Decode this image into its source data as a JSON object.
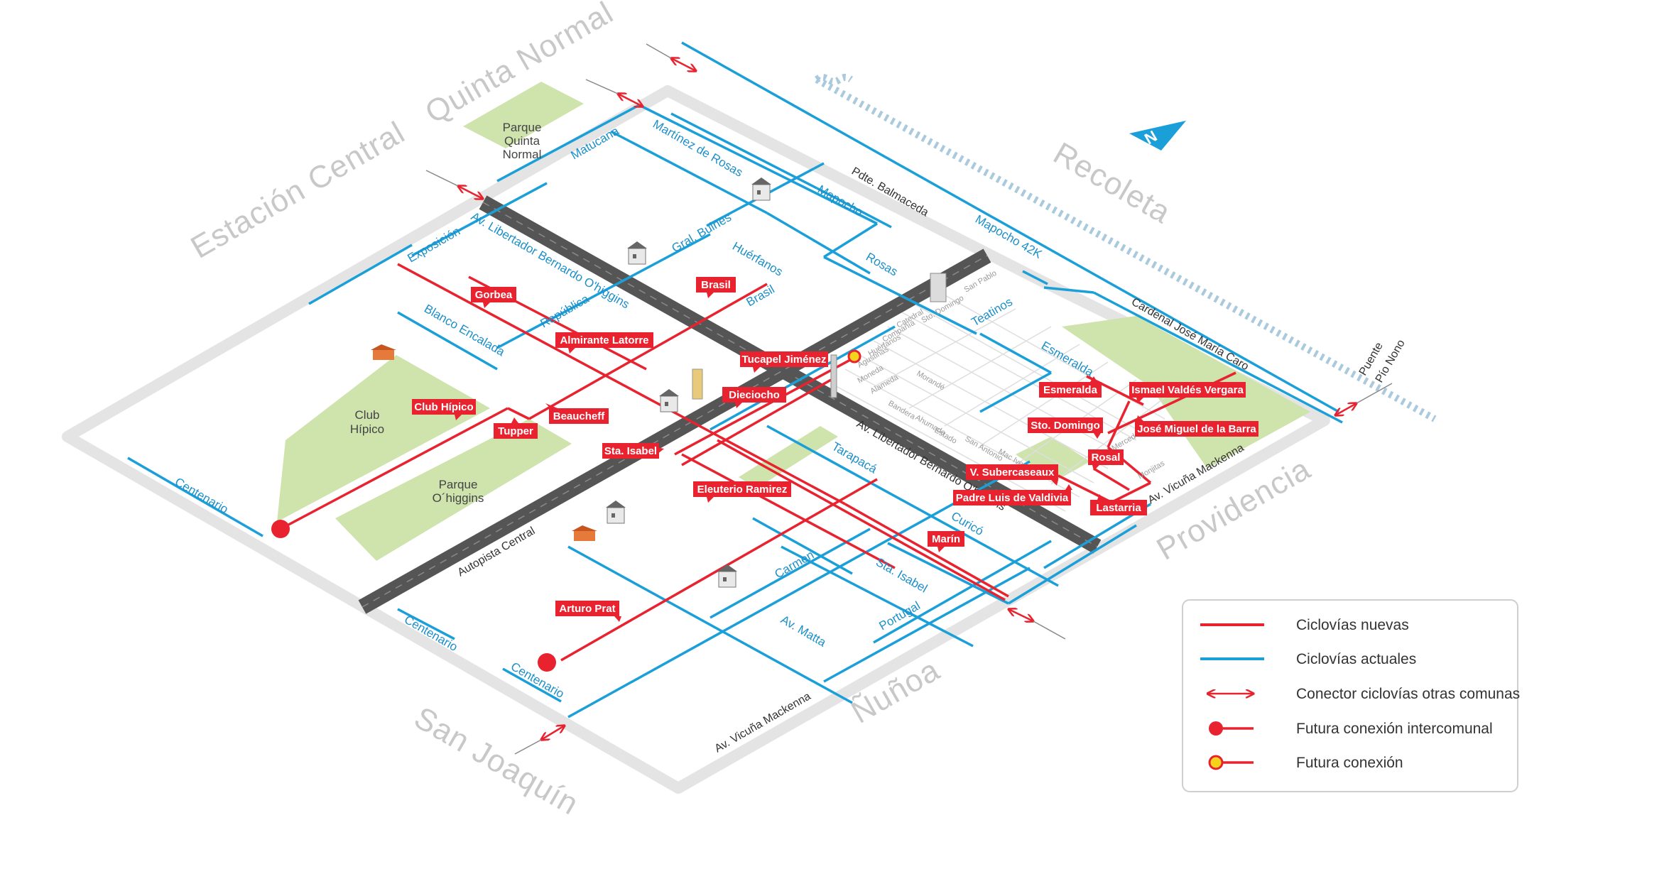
{
  "map": {
    "communes": {
      "quinta_normal": "Quinta Normal",
      "estacion_central": "Estación Central",
      "recoleta": "Recoleta",
      "providencia": "Providencia",
      "nunoa": "Ñuñoa",
      "san_joaquin": "San Joaquín"
    },
    "parks": {
      "parque_quinta_normal": [
        "Parque",
        "Quinta",
        "Normal"
      ],
      "club_hipico": [
        "Club",
        "Hípico"
      ],
      "parque_ohiggins": [
        "Parque",
        "O´higgins"
      ]
    },
    "streets_blue": {
      "matucana": "Matucana",
      "martinez_de_rosas": "Martínez de Rosas",
      "mapocho": "Mapocho",
      "mapocho_42k": "Mapocho 42K",
      "rosas": "Rosas",
      "huerfanos": "Huérfanos",
      "gral_bulnes": "Gral. Bulnes",
      "brasil": "Brasil",
      "republica": "República",
      "exposicion": "Exposición",
      "av_libertador": "Av. Libertador Bernardo O'higgins",
      "blanco_encalada": "Blanco Encalada",
      "teatinos": "Teatinos",
      "esmeralda": "Esmeralda",
      "tarapaca": "Tarapacá",
      "curico": "Curicó",
      "carmen": "Carmen",
      "sta_isabel": "Sta. Isabel",
      "av_matta": "Av. Matta",
      "portugal": "Portugal",
      "centenario_1": "Centenario",
      "centenario_2": "Centenario",
      "centenario_3": "Centenario"
    },
    "streets_dark": {
      "pdte_balmaceda": "Pdte. Balmaceda",
      "cardenal_caro": "Cardenal José María Caro",
      "av_vicuna_mackenna_1": "Av. Vicuña Mackenna",
      "av_vicuna_mackenna_2": "Av. Vicuña Mackenna",
      "autopista_central": "Autopista Central",
      "av_libertador_center": "Av. Libertador Bernardo O'higgins",
      "puente_line1": "Puente",
      "puente_line2": "Pío Nono"
    },
    "streets_grey": [
      "San Pablo",
      "Sto. Domingo",
      "Catedral",
      "Compañía",
      "Huérfanos",
      "Agustinas",
      "Moneda",
      "Alameda",
      "Bandera",
      "Morandé",
      "Ahumada",
      "Estado",
      "San Antonio",
      "Mac Iver",
      "Merced",
      "Monjitas"
    ],
    "red_tags": {
      "gorbea": "Gorbea",
      "brasil": "Brasil",
      "almirante_latorre": "Almirante Latorre",
      "tucapel_jimenez": "Tucapel Jiménez",
      "dieciocho": "Dieciocho",
      "club_hipico": "Club Hípico",
      "beaucheff": "Beaucheff",
      "tupper": "Tupper",
      "sta_isabel": "Sta. Isabel",
      "eleuterio_ramirez": "Eleuterio Ramirez",
      "esmeralda": "Esmeralda",
      "ismael_valdes_vergara": "Ismael Valdés Vergara",
      "sto_domingo": "Sto. Domingo",
      "jose_miguel_de_la_barra": "José Miguel de la Barra",
      "rosal": "Rosal",
      "v_subercaseaux": "V. Subercaseaux",
      "padre_luis_de_valdivia": "Padre Luis de Valdivia",
      "lastarria": "Lastarria",
      "marin": "Marín",
      "arturo_prat": "Arturo Prat"
    },
    "north_label": "N"
  },
  "legend": {
    "items": [
      {
        "label": "Ciclovías nuevas",
        "symbol": "red-line",
        "color": "#e8232f"
      },
      {
        "label": "Ciclovías actuales",
        "symbol": "blue-line",
        "color": "#1a9fd9"
      },
      {
        "label": "Conector ciclovías otras comunas",
        "symbol": "red-double-arrow",
        "color": "#e8232f"
      },
      {
        "label": "Futura conexión intercomunal",
        "symbol": "red-dot",
        "color": "#e8232f"
      },
      {
        "label": "Futura conexión",
        "symbol": "yellow-dot",
        "color": "#f4d31c"
      }
    ]
  },
  "colors": {
    "new_lane": "#e8232f",
    "current_lane": "#1a9fd9",
    "park": "#cfe3ad",
    "border": "#e4e4e4",
    "highway": "#555555",
    "river": "#a9c9dc"
  }
}
